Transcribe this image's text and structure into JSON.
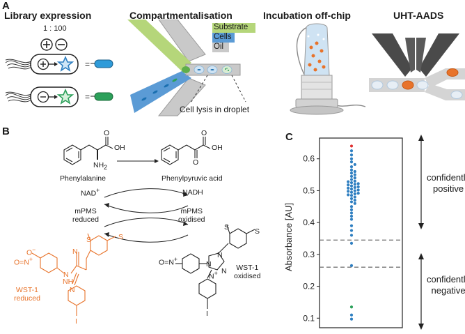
{
  "panel_a": {
    "label": "A",
    "titles": {
      "library": "Library expression",
      "compartment": "Compartmentalisation",
      "incubation": "Incubation off-chip",
      "sorting": "UHT-AADS"
    },
    "ratio": "1 : 100",
    "legend": [
      "Substrate",
      "Cells",
      "Oil"
    ],
    "lysis_caption": "Cell lysis in droplet"
  },
  "panel_b": {
    "label": "B",
    "phenylalanine": "Phenylalanine",
    "phenylpyruvic": "Phenylpyruvic acid",
    "nad_plus": "NAD",
    "nad_plus_sup": "+",
    "nadh": "NADH",
    "mpms_reduced": [
      "mPMS",
      "reduced"
    ],
    "mpms_oxidised": [
      "mPMS",
      "oxidised"
    ],
    "wst_reduced": [
      "WST-1",
      "reduced"
    ],
    "wst_oxidised": [
      "WST-1",
      "oxidised"
    ],
    "atoms": {
      "oh": "OH",
      "o": "O",
      "nh2": "NH",
      "nh2_sub": "2",
      "n": "N",
      "nn": "N",
      "h": "H",
      "s": "S",
      "i": "I",
      "plus": "+",
      "minus": "−"
    }
  },
  "panel_c": {
    "label": "C",
    "ylabel": "Absorbance [AU]",
    "upper_annotation": [
      "confidently",
      "positive"
    ],
    "lower_annotation": [
      "confidently",
      "negative"
    ]
  },
  "chart_data": {
    "type": "scatter",
    "ylabel": "Absorbance [AU]",
    "ylim": [
      0.07,
      0.665
    ],
    "yticks": [
      0.1,
      0.2,
      0.3,
      0.4,
      0.5,
      0.6
    ],
    "thresholds": [
      0.345,
      0.26
    ],
    "colors": {
      "default": "#2f7fc1",
      "top": "#e03030",
      "bottom": "#2ca05a",
      "threshold": "#777777"
    },
    "points": [
      0.64,
      0.625,
      0.612,
      0.6,
      0.59,
      0.582,
      0.575,
      0.565,
      0.56,
      0.555,
      0.55,
      0.545,
      0.54,
      0.535,
      0.53,
      0.528,
      0.525,
      0.522,
      0.52,
      0.518,
      0.515,
      0.512,
      0.51,
      0.508,
      0.505,
      0.502,
      0.5,
      0.498,
      0.495,
      0.492,
      0.49,
      0.487,
      0.485,
      0.48,
      0.475,
      0.47,
      0.465,
      0.46,
      0.45,
      0.44,
      0.43,
      0.42,
      0.41,
      0.39,
      0.375,
      0.36,
      0.335,
      0.265,
      0.135,
      0.11,
      0.097
    ]
  }
}
